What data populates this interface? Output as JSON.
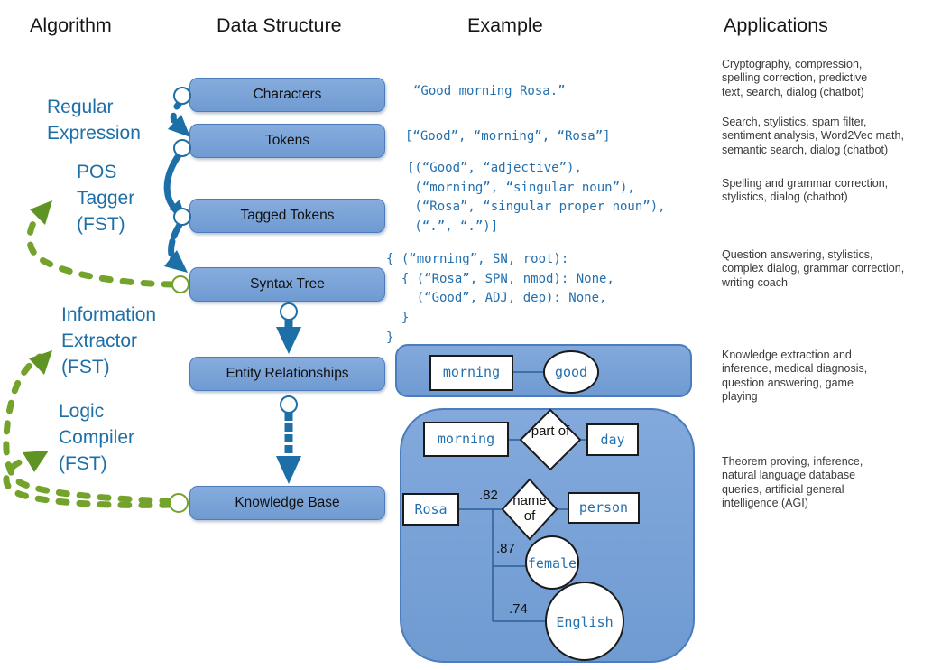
{
  "headers": {
    "algorithm": "Algorithm",
    "data_structure": "Data Structure",
    "example": "Example",
    "applications": "Applications"
  },
  "algorithm_labels": {
    "regular_expression": "Regular\nExpression",
    "pos_tagger": "POS\nTagger\n(FST)",
    "information_extractor": "Information\nExtractor\n(FST)",
    "logic_compiler": "Logic\nCompiler\n(FST)"
  },
  "data_structures": [
    "Characters",
    "Tokens",
    "Tagged Tokens",
    "Syntax Tree",
    "Entity Relationships",
    "Knowledge Base"
  ],
  "examples": {
    "characters": "“Good morning Rosa.”",
    "tokens": "[“Good”, “morning”, “Rosa”]",
    "tagged_tokens": "[(“Good”, “adjective”),\n (“morning”, “singular noun”),\n (“Rosa”, “singular proper noun”),\n (“.”, “.”)]",
    "syntax_tree": "{ (“morning”, SN, root):\n  { (“Rosa”, SPN, nmod): None,\n    (“Good”, ADJ, dep): None,\n  }\n}",
    "entity_relationships": {
      "node_morning": "morning",
      "node_good": "good"
    },
    "knowledge_base": {
      "node_morning": "morning",
      "rel_part_of": "part of",
      "node_day": "day",
      "node_rosa": "Rosa",
      "weight_name_of": ".82",
      "rel_name_of": "name of",
      "node_person": "person",
      "weight_female": ".87",
      "node_female": "female",
      "weight_english": ".74",
      "node_english": "English"
    }
  },
  "applications": [
    "Cryptography, compression,\nspelling correction, predictive\ntext, search, dialog (chatbot)",
    "Search, stylistics, spam filter,\nsentiment analysis, Word2Vec math,\nsemantic search, dialog (chatbot)",
    "Spelling and grammar correction,\nstylistics, dialog (chatbot)",
    "Question answering, stylistics,\ncomplex dialog, grammar correction,\nwriting coach",
    "Knowledge extraction and\ninference, medical diagnosis,\nquestion answering, game\nplaying",
    "Theorem proving, inference,\nnatural language database\nqueries, artificial general\nintelligence (AGI)"
  ],
  "colors": {
    "box_fill": "#7aa4d9",
    "box_border": "#4a7cbe",
    "arrow_blue": "#1d6fa8",
    "arrow_green": "#74a32b",
    "code_text": "#2470ae",
    "label_blue": "#1d6fa8",
    "app_text": "#3a3a3a"
  }
}
